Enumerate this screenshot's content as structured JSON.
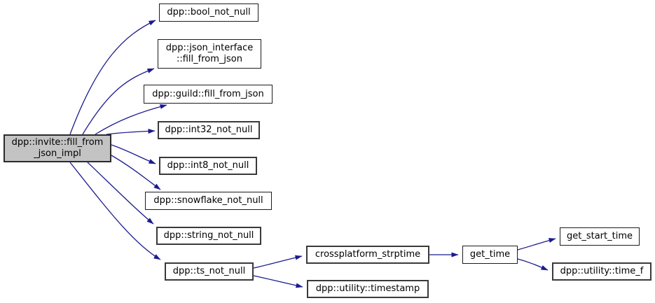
{
  "diagram": {
    "type": "call-graph",
    "colors": {
      "edge": "#1b1b8e",
      "node_fill": "#ffffff",
      "highlight_fill": "#c3c3c3",
      "node_border": "#1c1c1c",
      "thick_border": "#3a3a3a"
    },
    "nodes": {
      "main": {
        "label": "dpp::invite::fill_from\n_json_impl",
        "highlighted": true
      },
      "bool_not_null": {
        "label": "dpp::bool_not_null"
      },
      "json_interface_fill_from_json": {
        "label": "dpp::json_interface\n::fill_from_json"
      },
      "guild_fill_from_json": {
        "label": "dpp::guild::fill_from_json"
      },
      "int32_not_null": {
        "label": "dpp::int32_not_null"
      },
      "int8_not_null": {
        "label": "dpp::int8_not_null"
      },
      "snowflake_not_null": {
        "label": "dpp::snowflake_not_null"
      },
      "string_not_null": {
        "label": "dpp::string_not_null"
      },
      "ts_not_null": {
        "label": "dpp::ts_not_null"
      },
      "crossplatform_strptime": {
        "label": "crossplatform_strptime"
      },
      "utility_timestamp": {
        "label": "dpp::utility::timestamp"
      },
      "get_time": {
        "label": "get_time"
      },
      "get_start_time": {
        "label": "get_start_time"
      },
      "utility_time_f": {
        "label": "dpp::utility::time_f"
      }
    },
    "edges": [
      {
        "from": "main",
        "to": "bool_not_null"
      },
      {
        "from": "main",
        "to": "json_interface_fill_from_json"
      },
      {
        "from": "main",
        "to": "guild_fill_from_json"
      },
      {
        "from": "main",
        "to": "int32_not_null"
      },
      {
        "from": "main",
        "to": "int8_not_null"
      },
      {
        "from": "main",
        "to": "snowflake_not_null"
      },
      {
        "from": "main",
        "to": "string_not_null"
      },
      {
        "from": "main",
        "to": "ts_not_null"
      },
      {
        "from": "ts_not_null",
        "to": "crossplatform_strptime"
      },
      {
        "from": "ts_not_null",
        "to": "utility_timestamp"
      },
      {
        "from": "crossplatform_strptime",
        "to": "get_time"
      },
      {
        "from": "get_time",
        "to": "get_start_time"
      },
      {
        "from": "get_time",
        "to": "utility_time_f"
      }
    ]
  }
}
